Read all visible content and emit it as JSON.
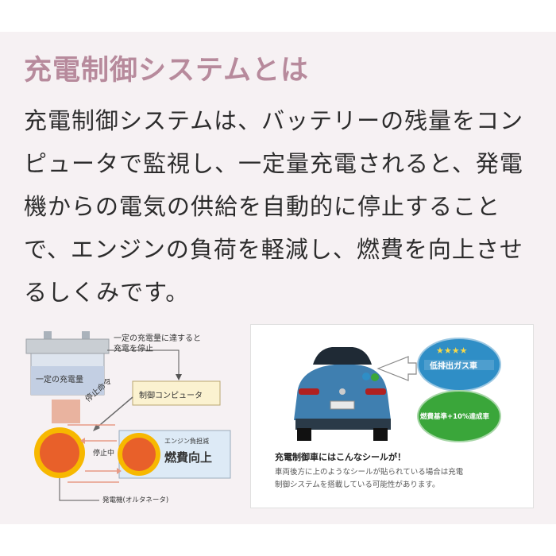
{
  "heading": "充電制御システムとは",
  "body_lines": [
    "充電制御システムは、バッテリーの残量をコン",
    "ピュータで監視し、一定量充電されると、発電",
    "機からの電気の供給を自動的に停止すること",
    "で、エンジンの負荷を軽減し、燃費を向上させ",
    "るしくみです。"
  ],
  "diagram": {
    "note_line1": "一定の充電量に達すると",
    "note_line2": "充電を停止",
    "battery_label": "一定の充電量",
    "stop_command": "停止命令",
    "control_computer": "制御コンピュータ",
    "stop_label": "停止中",
    "engine_load_reduced": "エンジン負担減",
    "fuel_improved": "燃費向上",
    "alternator_label": "発電機(オルタネータ)"
  },
  "card": {
    "sticker1_stars": "★★★★",
    "sticker1_title": "低排出ガス車",
    "sticker2_title": "燃費基準+10%達成車",
    "heading": "充電制御車にはこんなシールが！",
    "note_line1": "車両後方に上のようなシールが貼られている場合は充電",
    "note_line2": "制御システムを搭載している可能性があります。"
  },
  "colors": {
    "heading": "#b78a9c",
    "panel_bg": "#f6f1f3",
    "alternator": "#e8602a",
    "sticker_blue": "#2f8ec6",
    "sticker_green": "#3aa63a"
  }
}
